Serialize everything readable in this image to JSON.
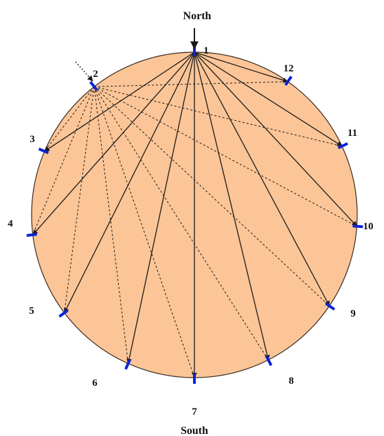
{
  "labels": {
    "north": "North",
    "south": "South"
  },
  "points": [
    {
      "label": "1"
    },
    {
      "label": "2"
    },
    {
      "label": "3"
    },
    {
      "label": "4"
    },
    {
      "label": "5"
    },
    {
      "label": "6"
    },
    {
      "label": "7"
    },
    {
      "label": "8"
    },
    {
      "label": "9"
    },
    {
      "label": "10"
    },
    {
      "label": "11"
    },
    {
      "label": "12"
    }
  ],
  "colors": {
    "circle_fill": "#fbc597",
    "circle_stroke": "#3a2a20",
    "marker": "#0a23d6",
    "line": "#1a1a1a"
  },
  "solid_chords": [
    {
      "from": "1",
      "to": "3"
    },
    {
      "from": "1",
      "to": "4"
    },
    {
      "from": "1",
      "to": "5"
    },
    {
      "from": "1",
      "to": "6"
    },
    {
      "from": "1",
      "to": "7"
    },
    {
      "from": "1",
      "to": "8"
    },
    {
      "from": "1",
      "to": "9"
    },
    {
      "from": "1",
      "to": "10"
    },
    {
      "from": "1",
      "to": "11"
    },
    {
      "from": "1",
      "to": "12"
    }
  ],
  "dashed_chords": [
    {
      "from": "2",
      "to": "3"
    },
    {
      "from": "2",
      "to": "4"
    },
    {
      "from": "2",
      "to": "5"
    },
    {
      "from": "2",
      "to": "6"
    },
    {
      "from": "2",
      "to": "7"
    },
    {
      "from": "2",
      "to": "8"
    },
    {
      "from": "2",
      "to": "9"
    },
    {
      "from": "2",
      "to": "10"
    },
    {
      "from": "2",
      "to": "11"
    },
    {
      "from": "2",
      "to": "12"
    }
  ]
}
